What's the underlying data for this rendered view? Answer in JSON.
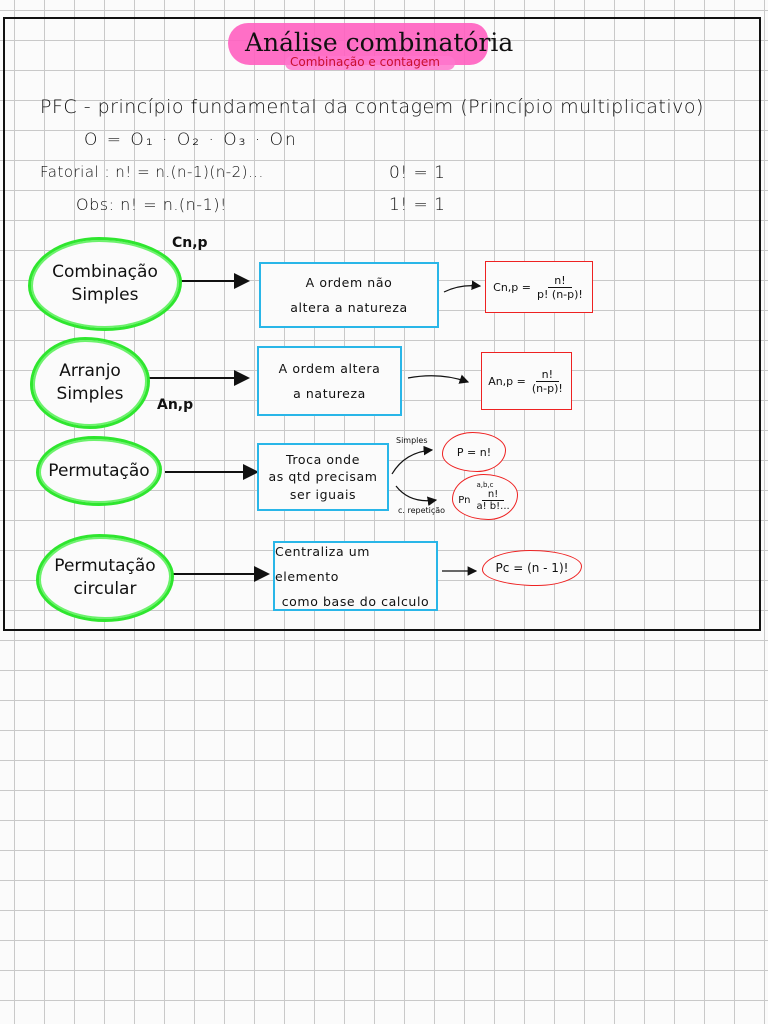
{
  "header": {
    "title": "Análise combinatória",
    "subtitle": "Combinação e contagem"
  },
  "intro": {
    "pfc": "PFC - princípio fundamental da contagem (Princípio multiplicativo)",
    "formula": "O = O₁ · O₂ · O₃ · On",
    "fatorial": "Fatorial : n! = n.(n-1)(n-2)...",
    "fatorial_zero": "0! = 1",
    "obs": "Obs: n! = n.(n-1)!",
    "fatorial_one": "1! = 1"
  },
  "rows": [
    {
      "concept_line1": "Combinação",
      "concept_line2": "Simples",
      "notation": "Cn,p",
      "description_line1": "A ordem não",
      "description_line2": "altera a natureza",
      "formula_left": "Cn,p =",
      "formula_num": "n!",
      "formula_den": "p! (n-p)!"
    },
    {
      "concept_line1": "Arranjo",
      "concept_line2": "Simples",
      "notation": "An,p",
      "description_line1": "A ordem altera",
      "description_line2": "a natureza",
      "formula_left": "An,p =",
      "formula_num": "n!",
      "formula_den": "(n-p)!"
    },
    {
      "concept_line1": "Permutação",
      "description_line1": "Troca onde",
      "description_line2": "as qtd precisam",
      "description_line3": "ser iguais",
      "branch_simple_label": "Simples",
      "branch_simple_formula": "P = n!",
      "branch_rep_label": "c. repetição",
      "branch_rep_super": "a,b,c",
      "branch_rep_left": "Pn",
      "branch_rep_num": "n!",
      "branch_rep_den": "a! b!..."
    },
    {
      "concept_line1": "Permutação",
      "concept_line2": "circular",
      "description_line1": "Centraliza um elemento",
      "description_line2": "como base do calculo",
      "formula": "Pc = (n - 1)!"
    }
  ],
  "colors": {
    "cloud": "#2ee62e",
    "box": "#29b6e8",
    "formula_border": "#ee2222",
    "highlight": "#ff5fc0",
    "subtitle": "#c8102e"
  }
}
